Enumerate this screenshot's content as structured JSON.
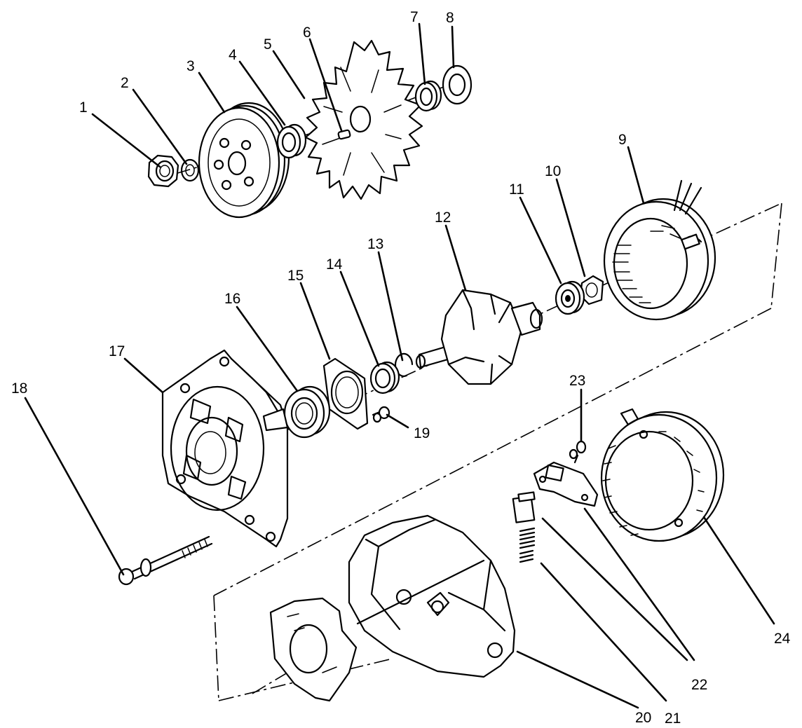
{
  "part_labels": [
    "1",
    "2",
    "3",
    "4",
    "5",
    "6",
    "7",
    "8",
    "9",
    "10",
    "11",
    "12",
    "13",
    "14",
    "15",
    "16",
    "17",
    "18",
    "19",
    "20",
    "21",
    "22",
    "23",
    "24"
  ]
}
